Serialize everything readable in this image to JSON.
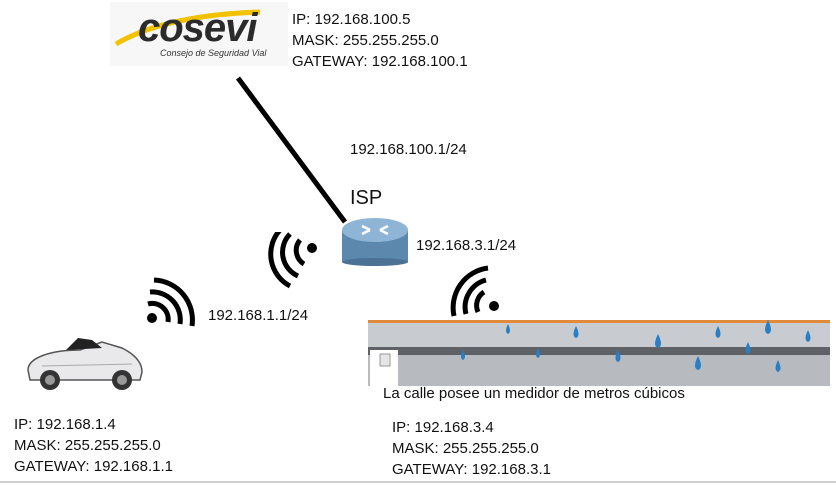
{
  "server": {
    "logo_text": "cosevi",
    "logo_subtitle": "Consejo de Seguridad Vial",
    "ip": "IP: 192.168.100.5",
    "mask": "MASK: 255.255.255.0",
    "gateway": "GATEWAY: 192.168.100.1"
  },
  "router": {
    "label": "ISP",
    "wan_ip": "192.168.100.1/24",
    "lan_right_ip": "192.168.3.1/24",
    "lan_left_ip": "192.168.1.1/24"
  },
  "car": {
    "ip": "IP: 192.168.1.4",
    "mask": "MASK: 255.255.255.0",
    "gateway": "GATEWAY: 192.168.1.1"
  },
  "street": {
    "caption": "La calle posee un medidor de metros cúbicos",
    "ip": "IP: 192.168.3.4",
    "mask": "MASK: 255.255.255.0",
    "gateway": "GATEWAY: 192.168.3.1"
  },
  "colors": {
    "link": "#000000",
    "router_body": "#6f9bc0",
    "rain": "#2a7fc4",
    "logo_swoosh": "#f2c200"
  }
}
